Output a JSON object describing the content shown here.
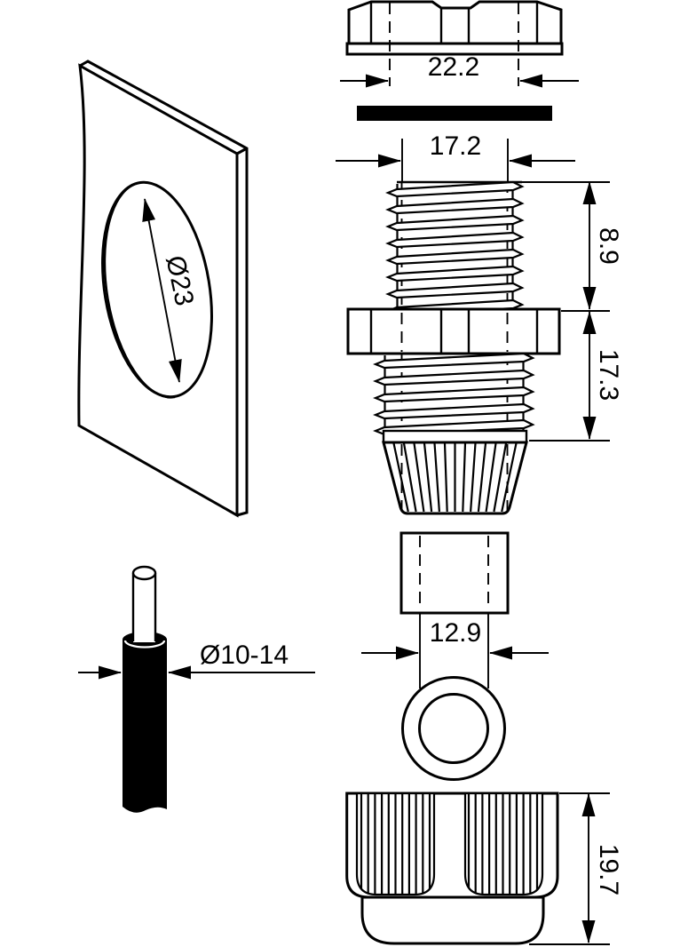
{
  "drawing": {
    "background": "#ffffff",
    "line_color": "#000000"
  },
  "dims": {
    "locknut": "22.2",
    "gasket": "17.2",
    "thread": "8.9",
    "body": "17.3",
    "insert": "12.9",
    "cap": "19.7",
    "hole": "Ø23",
    "cable": "Ø10-14"
  }
}
